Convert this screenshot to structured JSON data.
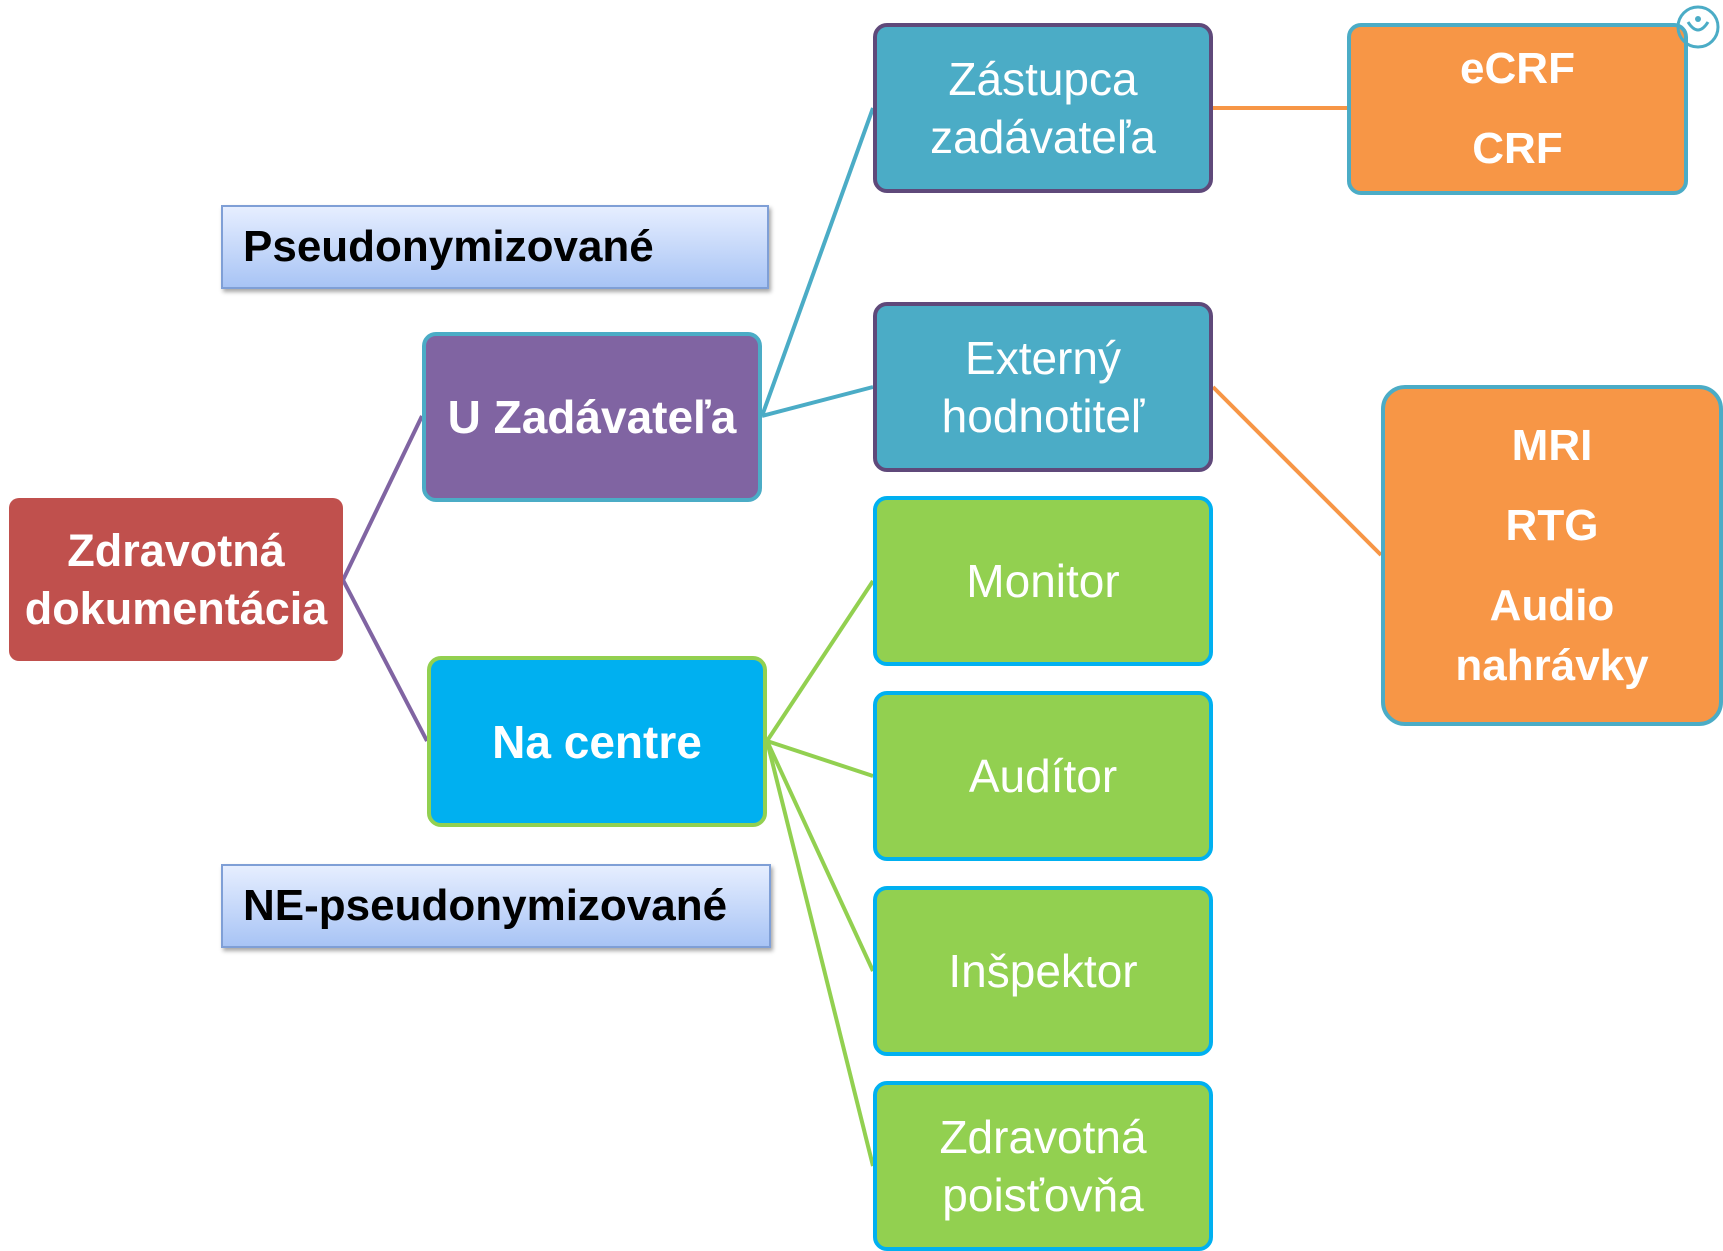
{
  "root": {
    "line1": "Zdravotná",
    "line2": "dokumentácia"
  },
  "u_zadavatela": "U Zadávateľa",
  "na_centre": "Na centre",
  "pseudonymized_label": "Pseudonymizované",
  "non_pseudonymized_label": "NE-pseudonymizované",
  "zastupca": {
    "line1": "Zástupca",
    "line2": "zadávateľa"
  },
  "externy": {
    "line1": "Externý",
    "line2": "hodnotiteľ"
  },
  "monitor": "Monitor",
  "auditor": "Audítor",
  "inspektor": "Inšpektor",
  "poistovna": {
    "line1": "Zdravotná",
    "line2": "poisťovňa"
  },
  "crf_box": [
    "eCRF",
    "CRF"
  ],
  "imaging_box": [
    "MRI",
    "RTG",
    "Audio",
    "nahrávky"
  ],
  "colors": {
    "root": "#c0504d",
    "purple": "#8064a2",
    "cyan": "#00b0f0",
    "blue": "#4bacc6",
    "green": "#92d050",
    "orange": "#f79646"
  },
  "logo_icon": "circular-logo-icon"
}
